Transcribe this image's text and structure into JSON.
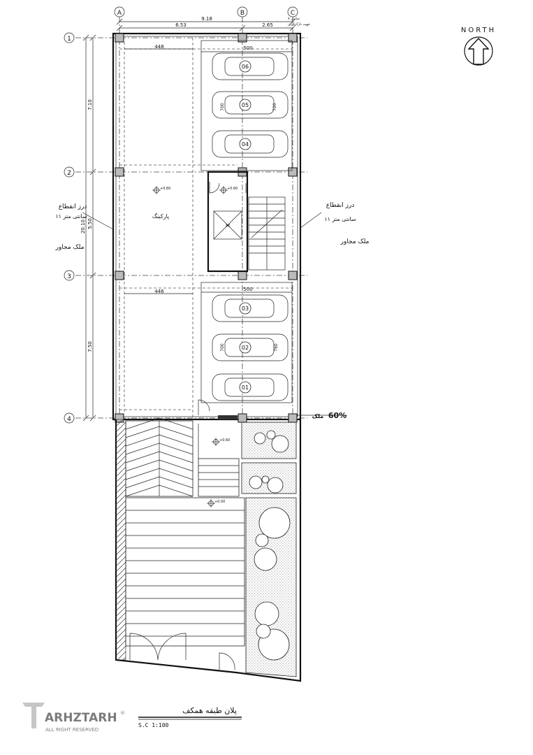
{
  "north": {
    "label": "NORTH"
  },
  "grid": {
    "columns": [
      "A",
      "B",
      "C"
    ],
    "rows": [
      "1",
      "2",
      "3",
      "4"
    ]
  },
  "dimensions": {
    "top_total": "9.18",
    "top_ab": "6.53",
    "top_bc": "2.65",
    "top_note_1": "۷ سانتی",
    "top_note_2": "جهت نازک‌کاری",
    "left_total": "20.10",
    "left_1_2": "7.10",
    "left_2_3": "5.50",
    "left_3_4": "7.50",
    "upper_width": "448",
    "upper_parking_width": "500",
    "upper_stall_h1": "700",
    "upper_stall_h2": "720",
    "lower_width": "446",
    "lower_parking_width": "500",
    "lower_stall_h1": "700",
    "lower_stall_h2": "760"
  },
  "cars": [
    "06",
    "05",
    "04",
    "03",
    "02",
    "01"
  ],
  "labels": {
    "parking": "پارکینگ",
    "left_joint_1": "درز انقطاع",
    "left_joint_2": "۱۱ سانتی متر",
    "left_neighbor": "ملک مجاور",
    "right_joint_1": "درز انقطاع",
    "right_joint_2": "۱۱ سانتی متر",
    "right_neighbor": "ملک مجاور",
    "percent": "60%",
    "percent_word": "ملک",
    "elevator": "M"
  },
  "levels": {
    "parking": "+0.60",
    "lobby": "+0.60",
    "entry": "+0.60",
    "street": "+0.00"
  },
  "title": {
    "name": "پلان طبقه همکف",
    "scale": "S.C 1:100"
  },
  "logo": {
    "brand": "ARHZTARH",
    "tagline": "ALL RIGHT RESERVED"
  }
}
